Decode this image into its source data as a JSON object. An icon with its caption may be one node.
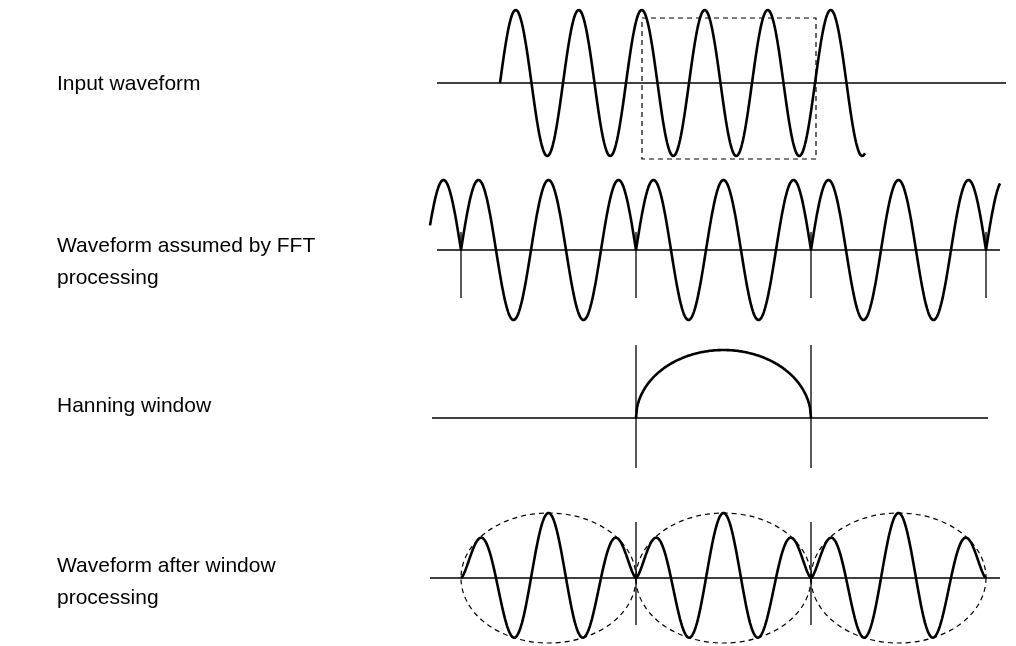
{
  "diagram": {
    "labels": [
      "Input waveform",
      "Waveform assumed by FFT processing",
      "Hanning window",
      "Waveform after window processing"
    ]
  }
}
